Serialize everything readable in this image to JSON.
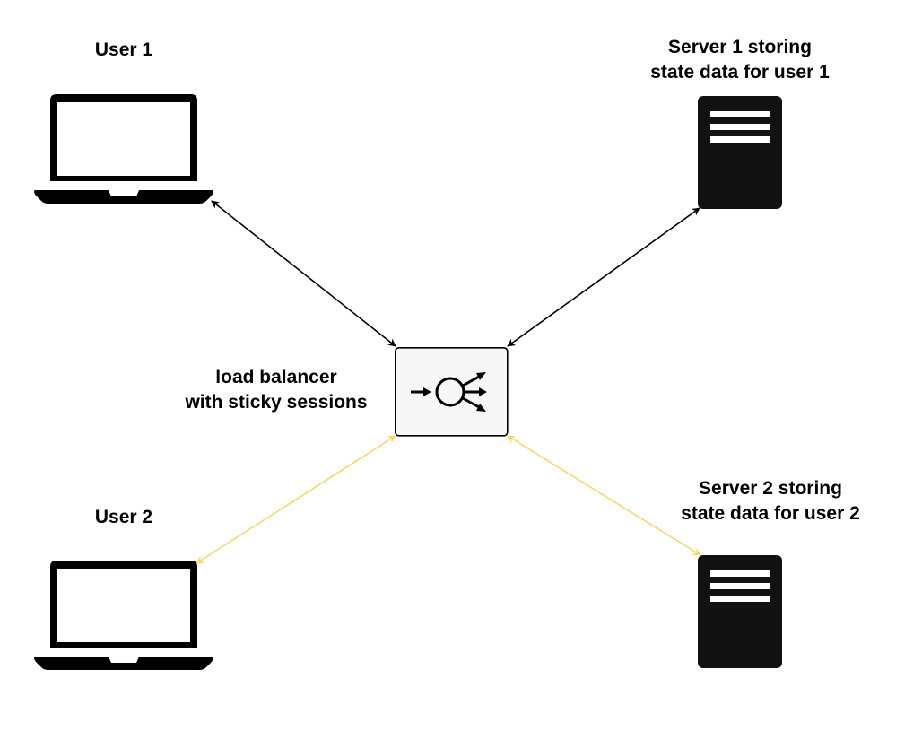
{
  "nodes": {
    "user1": {
      "label": "User 1",
      "icon": "laptop-icon"
    },
    "user2": {
      "label": "User 2",
      "icon": "laptop-icon"
    },
    "server1": {
      "label_lines": [
        "Server 1 storing",
        "state data for user 1"
      ],
      "icon": "server-icon"
    },
    "server2": {
      "label_lines": [
        "Server 2 storing",
        "state data for user 2"
      ],
      "icon": "server-icon"
    },
    "load_balancer": {
      "label_lines": [
        "load balancer",
        "with sticky sessions"
      ],
      "icon": "load-balancer-icon"
    }
  },
  "connections": [
    {
      "from": "user1",
      "to": "load_balancer",
      "direction": "bidirectional",
      "color": "#000000"
    },
    {
      "from": "server1",
      "to": "load_balancer",
      "direction": "bidirectional",
      "color": "#000000"
    },
    {
      "from": "user2",
      "to": "load_balancer",
      "direction": "bidirectional",
      "color": "#f5d76e"
    },
    {
      "from": "server2",
      "to": "load_balancer",
      "direction": "bidirectional",
      "color": "#f5d76e"
    }
  ],
  "colors": {
    "device": "#000000",
    "server": "#111111",
    "lb_fill": "#f7f7f7",
    "lb_border": "#000000",
    "active_path": "#000000",
    "secondary_path": "#f5d76e"
  }
}
